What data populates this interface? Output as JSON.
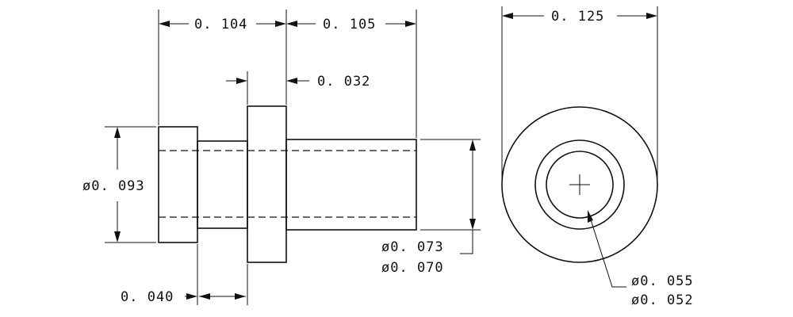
{
  "dimensions": {
    "top_left": "0. 104",
    "top_mid": "0. 105",
    "flange_width": "0. 032",
    "end_width": "0. 040",
    "outer_diameter": "0. 125",
    "left_diameter": "ø0. 093",
    "body_dia_max": "ø0. 073",
    "body_dia_min": "ø0. 070",
    "bore_dia_max": "ø0. 055",
    "bore_dia_min": "ø0. 052"
  }
}
